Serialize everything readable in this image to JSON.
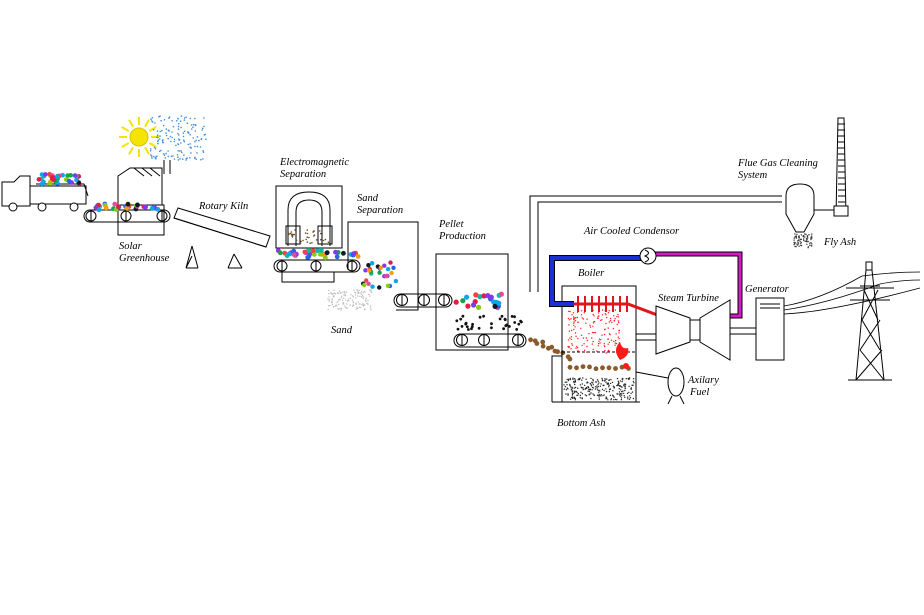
{
  "labels": {
    "solar_greenhouse": [
      "Solar",
      "Greenhouse"
    ],
    "rotary_kiln": "Rotary Kiln",
    "electromagnetic_separation": [
      "Electromagnetic",
      "Separation"
    ],
    "sand_separation": [
      "Sand",
      "Separation"
    ],
    "sand": "Sand",
    "pellet_production": [
      "Pellet",
      "Production"
    ],
    "air_cooled_condensor": "Air Cooled Condensor",
    "boiler": "Boiler",
    "steam_turbine": "Steam Turbine",
    "generator": "Generator",
    "flue_gas_cleaning_system": [
      "Flue Gas Cleaning",
      "System"
    ],
    "fly_ash": "Fly Ash",
    "axilary_fuel": [
      "Axilary",
      "Fuel"
    ],
    "bottom_ash": "Bottom Ash"
  },
  "colors": {
    "sun": "#f5e400",
    "vapor": "#3d8fe0",
    "cold_pipe": "#1a2fd6",
    "hot_pipe": "#e3141b",
    "steam_pipe": "#d61ac8",
    "pellet": "#8b5a2b",
    "ash": "#555555",
    "sand": "#bdbdbd",
    "flame": "#ff1a1a"
  },
  "waste_colors": [
    "#e11d48",
    "#2563eb",
    "#16a34a",
    "#9333ea",
    "#f59e0b",
    "#0ea5e9",
    "#ec4899",
    "#14b8a6",
    "#84cc16",
    "#7c3aed",
    "#ef4444",
    "#111827"
  ]
}
